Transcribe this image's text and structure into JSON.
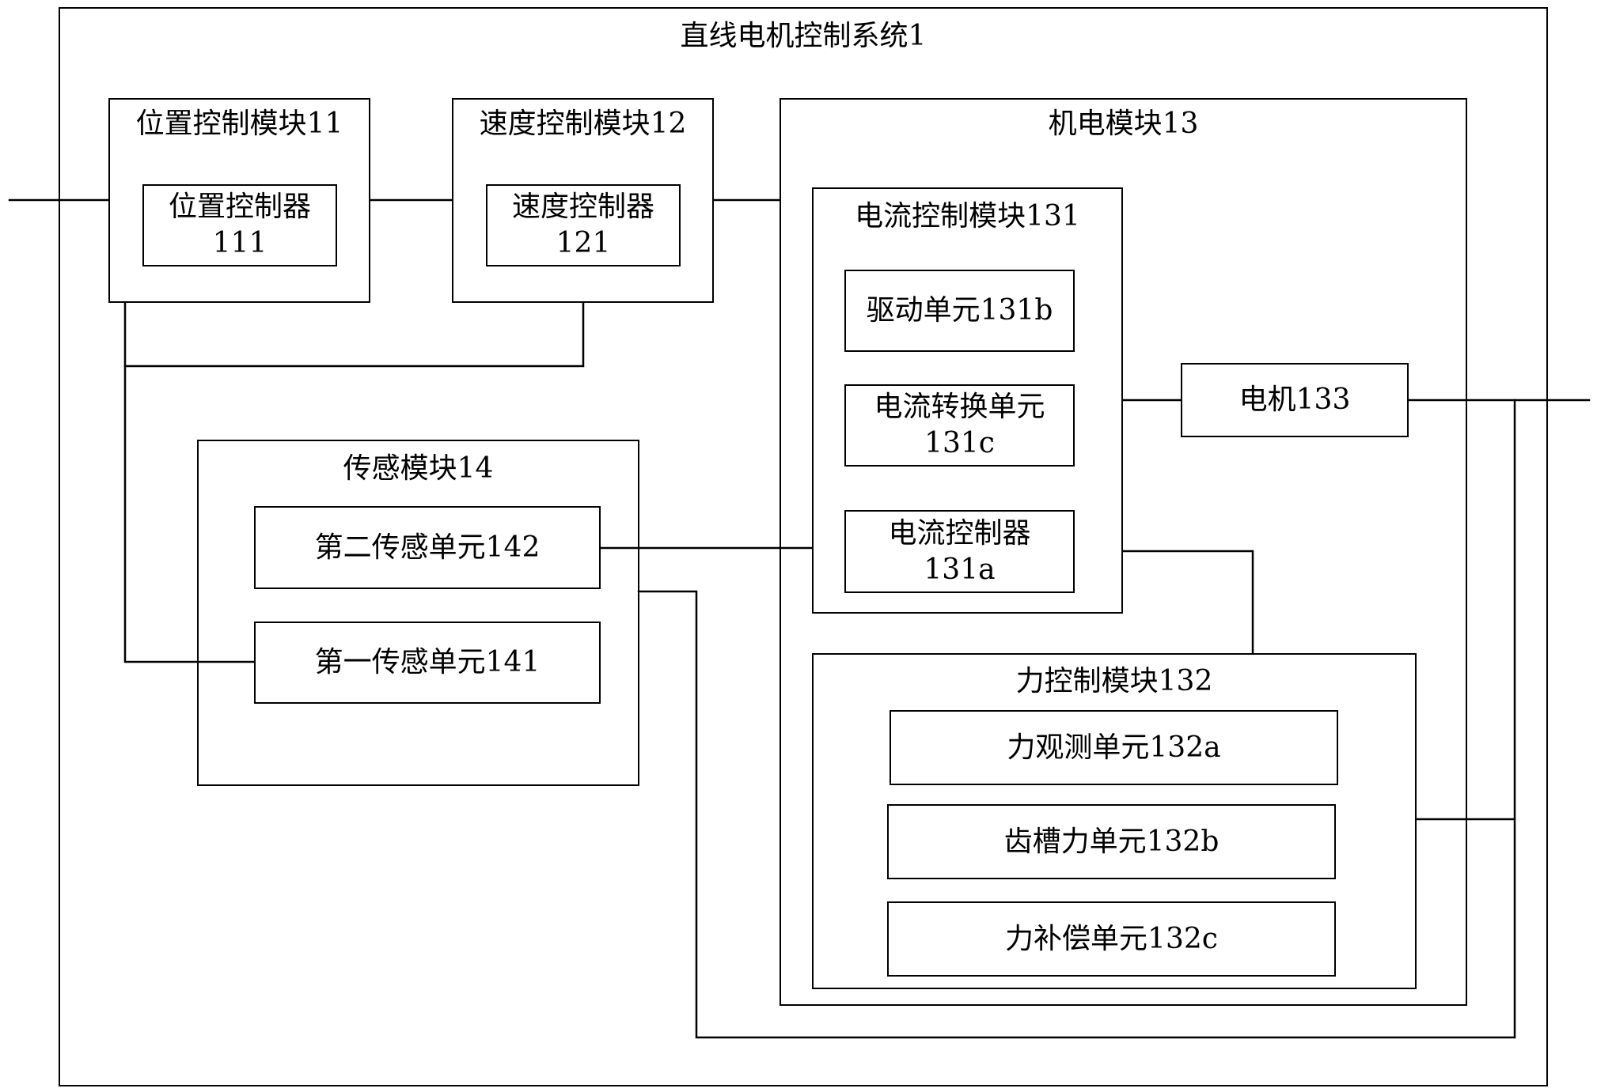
{
  "system": {
    "title": "直线电机控制系统1"
  },
  "position_module": {
    "title": "位置控制模块11",
    "controller": {
      "line1": "位置控制器",
      "line2": "111"
    }
  },
  "speed_module": {
    "title": "速度控制模块12",
    "controller": {
      "line1": "速度控制器",
      "line2": "121"
    }
  },
  "electromech_module": {
    "title": "机电模块13",
    "current_module": {
      "title": "电流控制模块131",
      "drive_unit": {
        "label": "驱动单元131b"
      },
      "conversion_unit": {
        "line1": "电流转换单元",
        "line2": "131c"
      },
      "current_controller": {
        "line1": "电流控制器",
        "line2": "131a"
      }
    },
    "motor": {
      "label": "电机133"
    },
    "force_module": {
      "title": "力控制模块132",
      "observer_unit": {
        "label": "力观测单元132a"
      },
      "cogging_unit": {
        "label": "齿槽力单元132b"
      },
      "compensation_unit": {
        "label": "力补偿单元132c"
      }
    }
  },
  "sensing_module": {
    "title": "传感模块14",
    "second_unit": {
      "label": "第二传感单元142"
    },
    "first_unit": {
      "label": "第一传感单元141"
    }
  }
}
